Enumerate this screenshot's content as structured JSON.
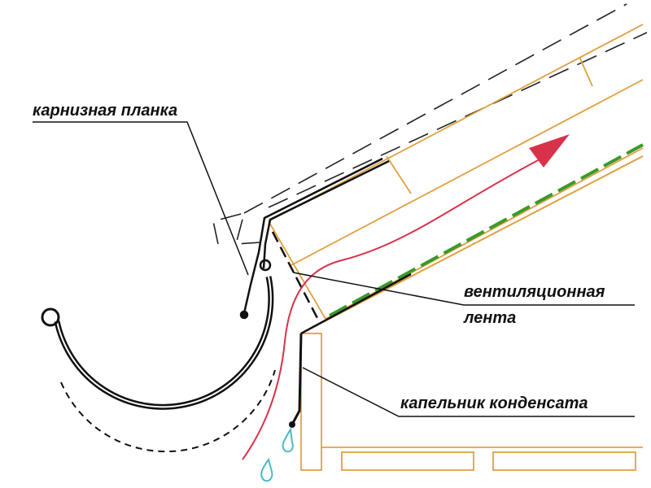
{
  "labels": {
    "eaves_strip": "карнизная планка",
    "vent_tape_line1": "вентиляционная",
    "vent_tape_line2": "лента",
    "condensate_drip": "капельник конденсата"
  },
  "colors": {
    "wood": "#e0a040",
    "airflow": "#d8324a",
    "membrane": "#3a9a2a",
    "water": "#4cb8c8",
    "ink": "#111111"
  }
}
